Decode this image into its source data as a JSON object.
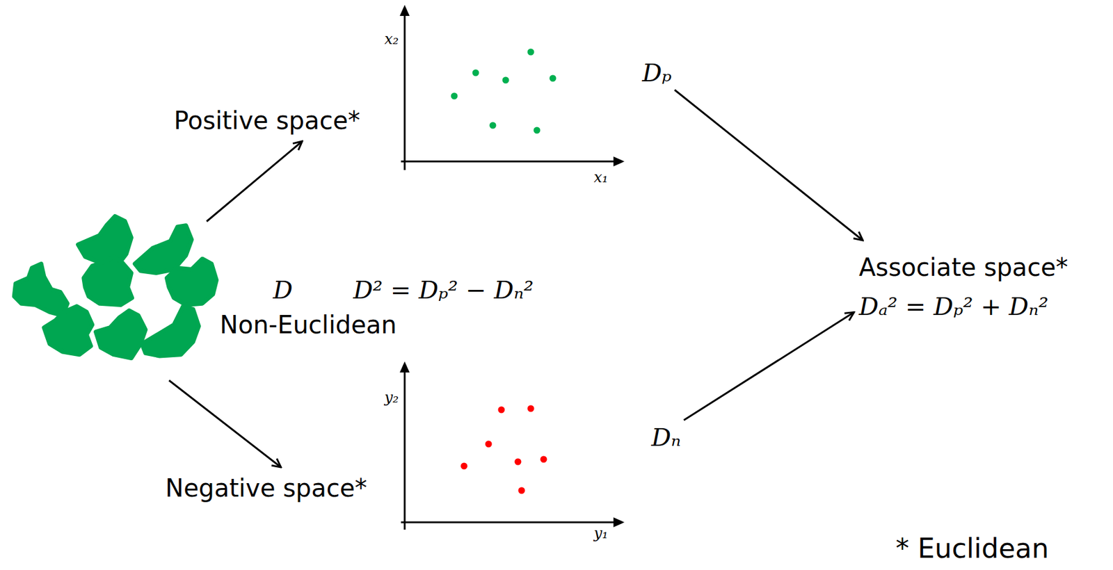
{
  "diagram": {
    "nodes": [
      {
        "text": [
          "D",
          "D² = Dₚ² − Dₙ²",
          "Non-Euclidean"
        ]
      },
      {
        "text": [
          "Positive space*"
        ]
      },
      {
        "text": [
          "Dₚ"
        ]
      },
      {
        "text": [
          "Negative space*"
        ]
      },
      {
        "text": [
          "Dₙ"
        ]
      },
      {
        "text": [
          "Associate space*",
          "Dₐ² = Dₚ² + Dₙ²"
        ]
      }
    ],
    "edges": [
      {
        "from": 0,
        "to": 1,
        "arrow": "to"
      },
      {
        "from": 0,
        "to": 3,
        "arrow": "to"
      },
      {
        "from": 2,
        "to": 5,
        "arrow": "to"
      },
      {
        "from": 4,
        "to": 5,
        "arrow": "to"
      }
    ],
    "labels": [
      "x₂",
      "x₁",
      "y₂",
      "y₁",
      "* Euclidean"
    ]
  }
}
